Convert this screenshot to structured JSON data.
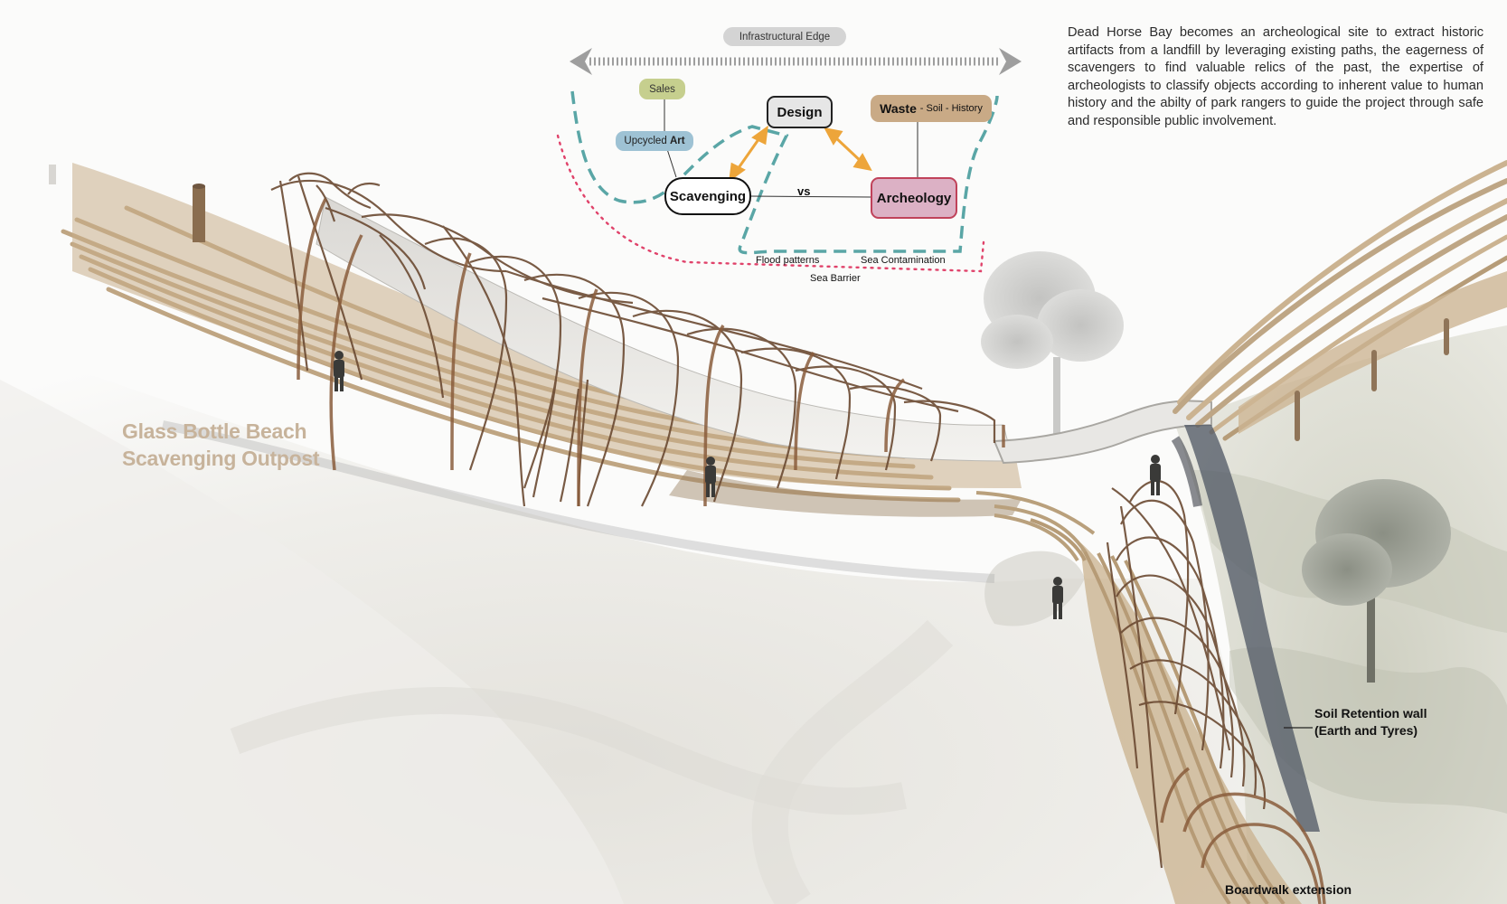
{
  "description": "Dead Horse Bay becomes an archeological site to extract historic artifacts from a landfill by leveraging existing paths, the eagerness of scavengers to find valuable relics of the past, the expertise of archeologists to classify objects according to inherent value to human history and the abilty of park rangers to guide the project through safe and responsible public involvement.",
  "diagram": {
    "top_label": "Infrastructural Edge",
    "sales": "Sales",
    "upcycled": "Upcycled",
    "art": "Art",
    "design": "Design",
    "waste": "Waste",
    "waste_sub": "- Soil - History",
    "scavenging": "Scavenging",
    "vs": "vs",
    "archeology": "Archeology",
    "flood": "Flood patterns",
    "sea_contamination": "Sea Contamination",
    "sea_barrier": "Sea Barrier"
  },
  "labels": {
    "outpost_line1": "Glass Bottle Beach",
    "outpost_line2": "Scavenging Outpost",
    "soil_line1": "Soil Retention wall",
    "soil_line2": "(Earth and Tyres)",
    "boardwalk": "Boardwalk extension"
  },
  "colors": {
    "teal_dash": "#5aa6a6",
    "red_dot": "#e0426a",
    "orange_arrow": "#eda53a",
    "sales_fill": "#c6cf8e",
    "upcycled_fill": "#9ec2d4",
    "design_fill": "#e6e6e6",
    "waste_fill": "#c9aa86",
    "archeology_fill": "#dcb1c5",
    "archeology_border": "#c0425a",
    "wood": "#b89c76",
    "branch": "#6b4a32",
    "outpost_text": "#c7b39b"
  }
}
